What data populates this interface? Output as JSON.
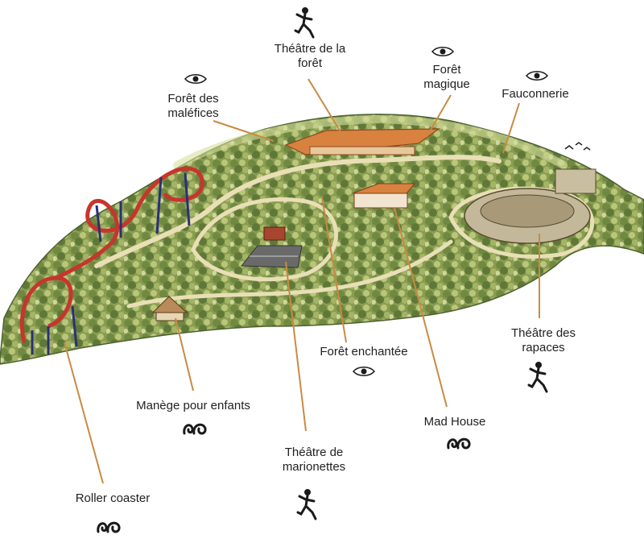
{
  "colors": {
    "leader": "#c98a43",
    "hill_base": "#8a9c52",
    "foliage_dark": "#5f7838",
    "foliage_light": "#c2cd86",
    "path": "#e9dfb6",
    "roof": "#d9813f",
    "coaster_track": "#c7352d",
    "coaster_support": "#2b2f7a",
    "ink": "#1a1a1a"
  },
  "labels": {
    "theatre_foret_1": "Théâtre de la",
    "theatre_foret_2": "forêt",
    "foret_magique_1": "Forêt",
    "foret_magique_2": "magique",
    "fauconnerie": "Fauconnerie",
    "foret_malefices_1": "Forêt des",
    "foret_malefices_2": "maléfices",
    "foret_enchantee": "Forêt enchantée",
    "theatre_rapaces_1": "Théâtre des",
    "theatre_rapaces_2": "rapaces",
    "manege_enfants": "Manège pour enfants",
    "mad_house": "Mad House",
    "theatre_marionettes_1": "Théâtre de",
    "theatre_marionettes_2": "marionettes",
    "roller_coaster": "Roller coaster"
  },
  "legend_icons": {
    "show": "dancing-figure-icon",
    "walk": "eye-icon",
    "ride": "ride-swirl-icon"
  }
}
